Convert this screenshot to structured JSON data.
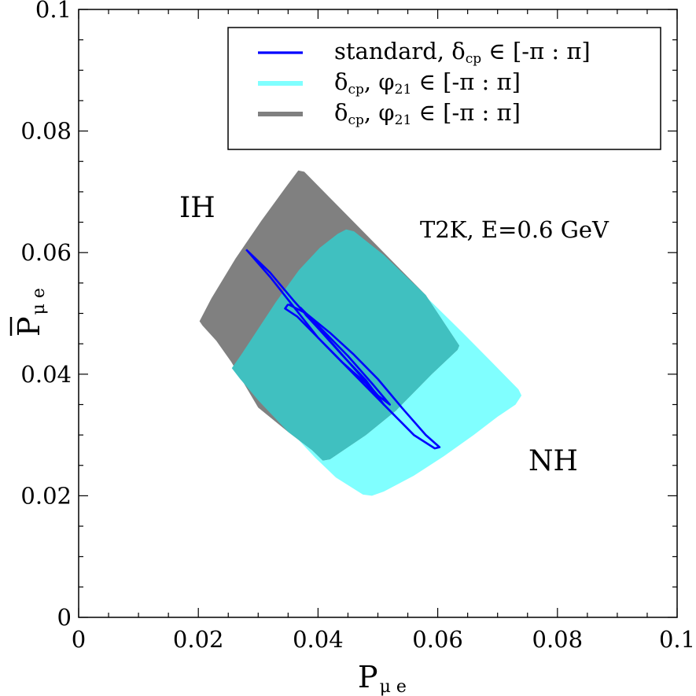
{
  "chart_data": {
    "type": "area",
    "xlabel": "P",
    "xlabel_sub": "μ e",
    "ylabel": "P",
    "ylabel_sub": "μ e",
    "ylabel_overbar": true,
    "xlim": [
      0,
      0.1
    ],
    "ylim": [
      0,
      0.1
    ],
    "x_ticks": [
      0,
      0.02,
      0.04,
      0.06,
      0.08,
      0.1
    ],
    "y_ticks": [
      0,
      0.02,
      0.04,
      0.06,
      0.08,
      0.1
    ],
    "x_tick_labels": [
      "0",
      "0.02",
      "0.04",
      "0.06",
      "0.08",
      "0.1"
    ],
    "y_tick_labels": [
      "0",
      "0.02",
      "0.04",
      "0.06",
      "0.08",
      "0.1"
    ],
    "grid": false,
    "legend_position": "top-right",
    "legend": [
      {
        "text_main": "standard, δ",
        "sub": "cp",
        "text_after": " ∈ [-π : π]",
        "color": "#0000ff",
        "style": "line"
      },
      {
        "text_main": "δ",
        "sub": "cp",
        "text_mid": ", φ",
        "sub2": "21",
        "text_after": " ∈ [-π : π]",
        "color": "#80ffff",
        "style": "band"
      },
      {
        "text_main": "δ",
        "sub": "cp",
        "text_mid": ", φ",
        "sub2": "21",
        "text_after": " ∈ [-π : π]",
        "color": "#808080",
        "style": "band"
      }
    ],
    "annotations": {
      "ih": "IH",
      "nh": "NH",
      "experiment": "T2K, E=0.6 GeV"
    },
    "series": [
      {
        "name": "",
        "kind": "region",
        "color": "#80ffff",
        "polygon": [
          [
            0.0256,
            0.041
          ],
          [
            0.0271,
            0.0431
          ],
          [
            0.0295,
            0.0467
          ],
          [
            0.0329,
            0.0518
          ],
          [
            0.0368,
            0.0571
          ],
          [
            0.0403,
            0.0608
          ],
          [
            0.0433,
            0.0631
          ],
          [
            0.0447,
            0.0638
          ],
          [
            0.046,
            0.0635
          ],
          [
            0.051,
            0.0596
          ],
          [
            0.058,
            0.0528
          ],
          [
            0.064,
            0.047
          ],
          [
            0.069,
            0.042
          ],
          [
            0.0735,
            0.0375
          ],
          [
            0.074,
            0.0365
          ],
          [
            0.073,
            0.035
          ],
          [
            0.07,
            0.033
          ],
          [
            0.066,
            0.03
          ],
          [
            0.061,
            0.0265
          ],
          [
            0.056,
            0.0233
          ],
          [
            0.051,
            0.0207
          ],
          [
            0.049,
            0.02
          ],
          [
            0.0475,
            0.0202
          ],
          [
            0.043,
            0.023
          ],
          [
            0.0395,
            0.0263
          ],
          [
            0.0355,
            0.0305
          ],
          [
            0.0305,
            0.0357
          ],
          [
            0.027,
            0.0392
          ]
        ]
      },
      {
        "name": "",
        "kind": "region",
        "color": "#808080",
        "polygon": [
          [
            0.0202,
            0.0487
          ],
          [
            0.0222,
            0.0525
          ],
          [
            0.0262,
            0.059
          ],
          [
            0.0305,
            0.0652
          ],
          [
            0.0345,
            0.0706
          ],
          [
            0.0367,
            0.0735
          ],
          [
            0.0377,
            0.0733
          ],
          [
            0.042,
            0.069
          ],
          [
            0.047,
            0.064
          ],
          [
            0.052,
            0.059
          ],
          [
            0.058,
            0.053
          ],
          [
            0.0636,
            0.0447
          ],
          [
            0.0633,
            0.044
          ],
          [
            0.059,
            0.04
          ],
          [
            0.053,
            0.034
          ],
          [
            0.048,
            0.03
          ],
          [
            0.042,
            0.026
          ],
          [
            0.0408,
            0.0258
          ],
          [
            0.039,
            0.0275
          ],
          [
            0.035,
            0.0305
          ],
          [
            0.03,
            0.0345
          ],
          [
            0.0255,
            0.042
          ],
          [
            0.023,
            0.0455
          ],
          [
            0.0207,
            0.048
          ]
        ]
      },
      {
        "name": "",
        "kind": "region_overlap",
        "color": "#40c0c0",
        "polygon": [
          [
            0.0256,
            0.041
          ],
          [
            0.0271,
            0.0431
          ],
          [
            0.0295,
            0.0467
          ],
          [
            0.0329,
            0.0518
          ],
          [
            0.0368,
            0.0571
          ],
          [
            0.0403,
            0.0608
          ],
          [
            0.0433,
            0.0631
          ],
          [
            0.0447,
            0.0638
          ],
          [
            0.046,
            0.0635
          ],
          [
            0.051,
            0.0596
          ],
          [
            0.058,
            0.053
          ],
          [
            0.0636,
            0.0447
          ],
          [
            0.0633,
            0.044
          ],
          [
            0.059,
            0.04
          ],
          [
            0.053,
            0.034
          ],
          [
            0.048,
            0.03
          ],
          [
            0.042,
            0.026
          ],
          [
            0.0408,
            0.0258
          ],
          [
            0.039,
            0.0275
          ],
          [
            0.035,
            0.0305
          ],
          [
            0.03,
            0.0357
          ],
          [
            0.027,
            0.0392
          ]
        ]
      },
      {
        "name": "",
        "kind": "curve",
        "color": "#0000ff",
        "points": [
          [
            0.028,
            0.0605
          ],
          [
            0.032,
            0.056
          ],
          [
            0.036,
            0.051
          ],
          [
            0.04,
            0.046
          ],
          [
            0.044,
            0.042
          ],
          [
            0.048,
            0.0385
          ],
          [
            0.051,
            0.035
          ],
          [
            0.048,
            0.039
          ],
          [
            0.044,
            0.0432
          ],
          [
            0.04,
            0.0476
          ],
          [
            0.036,
            0.052
          ],
          [
            0.032,
            0.0567
          ],
          [
            0.0282,
            0.0603
          ]
        ]
      },
      {
        "name": "",
        "kind": "curve",
        "color": "#0000ff",
        "points": [
          [
            0.035,
            0.0515
          ],
          [
            0.038,
            0.05
          ],
          [
            0.042,
            0.0468
          ],
          [
            0.046,
            0.0432
          ],
          [
            0.05,
            0.0392
          ],
          [
            0.054,
            0.0345
          ],
          [
            0.058,
            0.03
          ],
          [
            0.0603,
            0.028
          ],
          [
            0.0595,
            0.0278
          ],
          [
            0.056,
            0.03
          ],
          [
            0.052,
            0.034
          ],
          [
            0.048,
            0.038
          ],
          [
            0.044,
            0.042
          ],
          [
            0.04,
            0.046
          ],
          [
            0.0365,
            0.0495
          ],
          [
            0.0345,
            0.0508
          ],
          [
            0.035,
            0.0515
          ]
        ]
      },
      {
        "name": "",
        "kind": "curve",
        "color": "#0000ff",
        "points": [
          [
            0.037,
            0.051
          ],
          [
            0.041,
            0.047
          ],
          [
            0.045,
            0.043
          ],
          [
            0.049,
            0.0385
          ],
          [
            0.052,
            0.035
          ],
          [
            0.05,
            0.0365
          ],
          [
            0.046,
            0.041
          ],
          [
            0.042,
            0.0455
          ],
          [
            0.038,
            0.0497
          ],
          [
            0.037,
            0.051
          ]
        ]
      }
    ]
  }
}
